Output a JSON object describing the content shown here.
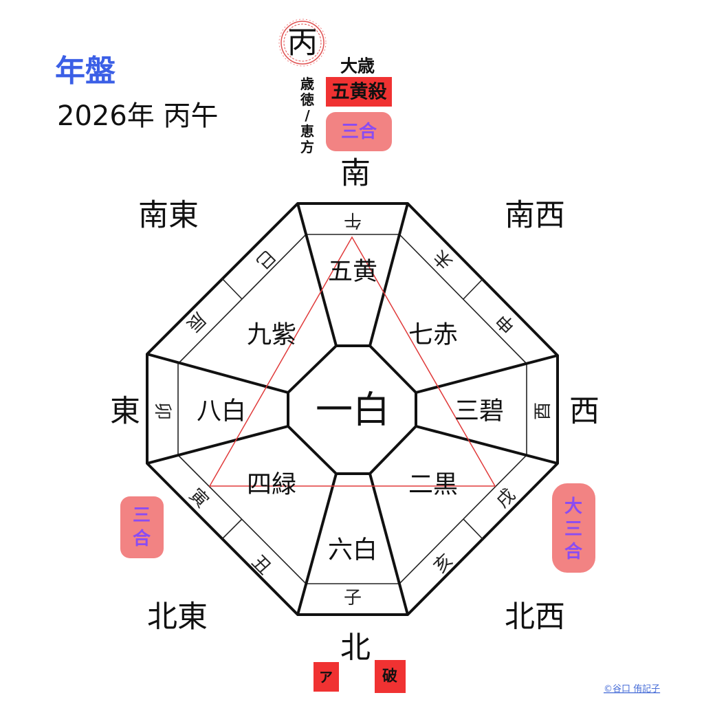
{
  "header": {
    "title": "年盤",
    "subtitle": "2026年 丙午"
  },
  "colors": {
    "title_blue": "#3b5fe6",
    "red_box": "#f03232",
    "pink_box": "#f28383",
    "purple_text": "#8a4cf2",
    "triangle": "#e03a3a",
    "credit": "#4a6fd8"
  },
  "top": {
    "stem": "丙",
    "stem_icon": "wreath-circle-icon",
    "taisai": "大歳",
    "gooosatsu": "五黄殺",
    "sango": "三合",
    "saitoku_chars": [
      "歳",
      "徳",
      "/",
      "恵",
      "方"
    ]
  },
  "directions": {
    "s": "南",
    "se": "南東",
    "sw": "南西",
    "e": "東",
    "w": "西",
    "ne": "北東",
    "nw": "北西",
    "n": "北"
  },
  "zodiac": {
    "uma": "午",
    "hitsuji": "未",
    "saru": "申",
    "tori": "酉",
    "inu": "戌",
    "i": "亥",
    "ne": "子",
    "ushi": "丑",
    "tora": "寅",
    "u": "卯",
    "tatsu": "辰",
    "mi": "巳"
  },
  "stars": {
    "center": "一白",
    "s": "五黄",
    "se": "九紫",
    "sw": "七赤",
    "e": "八白",
    "w": "三碧",
    "ne": "四緑",
    "nw": "二黒",
    "n": "六白"
  },
  "left_badge": [
    "三",
    "合"
  ],
  "right_badge": [
    "大",
    "三",
    "合"
  ],
  "bottom_badges": {
    "a": "ア",
    "ha": "破"
  },
  "credit": "©谷口 侑記子"
}
